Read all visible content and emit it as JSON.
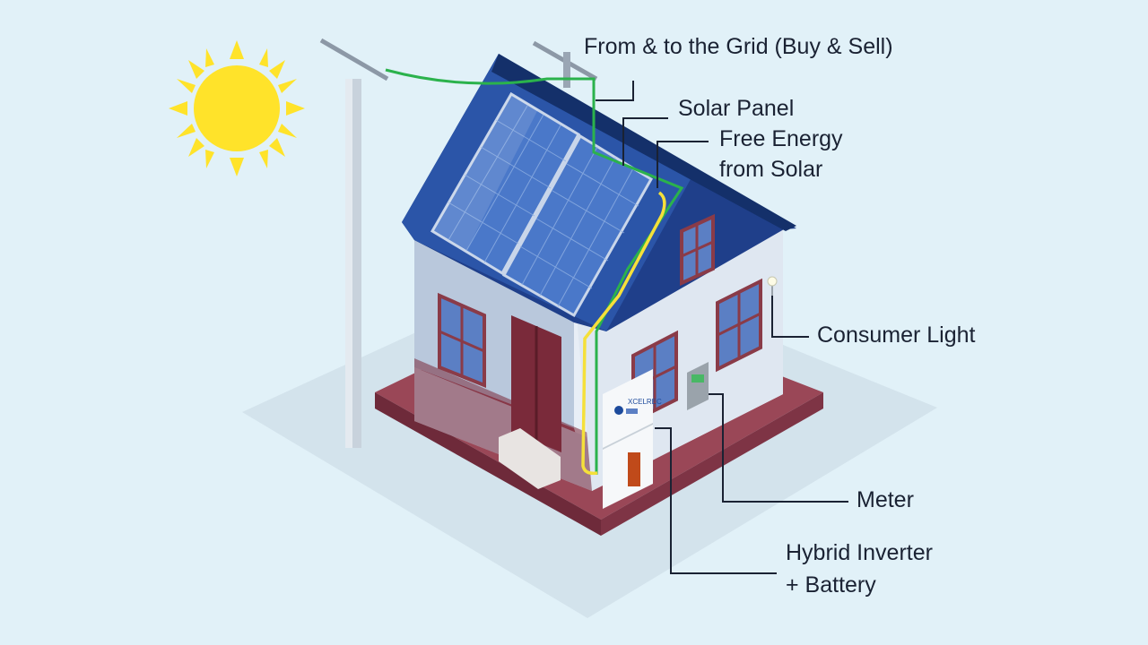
{
  "labels": {
    "grid": "From & to the Grid (Buy & Sell)",
    "solar_panel": "Solar Panel",
    "free_energy_line1": "Free Energy",
    "free_energy_line2": "from Solar",
    "consumer_light": "Consumer Light",
    "meter": "Meter",
    "inverter_line1": "Hybrid Inverter",
    "inverter_line2": "+ Battery"
  },
  "inverter_brand": "XCELREC",
  "colors": {
    "background": "#e1f1f8",
    "sun": "#ffe32a",
    "roof": "#2b55a8",
    "solar_panel": "#4a78c9",
    "grid_wire": "#2bb24c",
    "solar_wire": "#f5e03a",
    "foundation": "#7a3040"
  }
}
